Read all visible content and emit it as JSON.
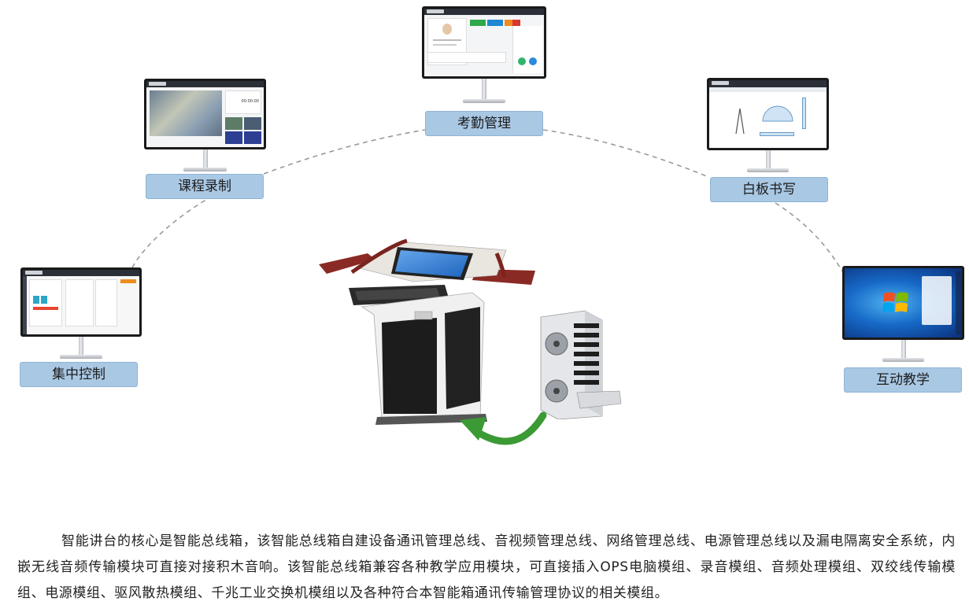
{
  "labels": {
    "attendance": "考勤管理",
    "recording": "课程录制",
    "whiteboard": "白板书写",
    "central_control": "集中控制",
    "interactive": "互动教学"
  },
  "screens": {
    "attendance_clock": "00:00:00"
  },
  "description": "智能讲台的核心是智能总线箱，该智能总线箱自建设备通讯管理总线、音视频管理总线、网络管理总线、电源管理总线以及漏电隔离安全系统，内嵌无线音频传输模块可直接对接积木音响。该智能总线箱兼容各种教学应用模块，可直接插入OPS电脑模组、录音模组、音频处理模组、双绞线传输模组、电源模组、驱风散热模组、千兆工业交换机模组以及各种符合本智能箱通讯传输管理协议的相关模组。",
  "colors": {
    "label_fill": "#a9c8e4",
    "label_border": "#8fb4d6",
    "arc": "#9a9a9a",
    "arrow_green": "#3c9a35",
    "podium_wood": "#8a2a24"
  }
}
